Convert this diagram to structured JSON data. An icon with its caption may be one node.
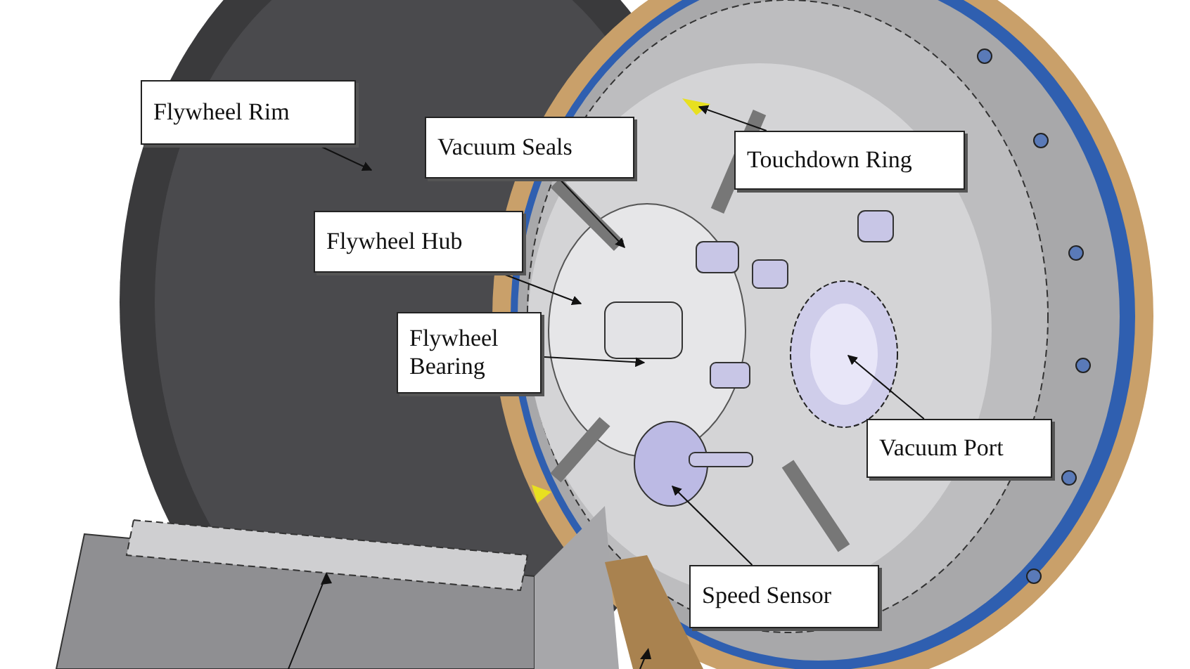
{
  "diagram": {
    "nodes": [
      {
        "text": [
          "Flywheel Rim"
        ]
      },
      {
        "text": [
          "Vacuum Seals"
        ]
      },
      {
        "text": [
          "Touchdown Ring"
        ]
      },
      {
        "text": [
          "Flywheel Hub"
        ]
      },
      {
        "text": [
          "Flywheel Bearing"
        ]
      },
      {
        "text": [
          "Vacuum Port"
        ]
      },
      {
        "text": [
          "Speed Sensor"
        ]
      }
    ],
    "edges": [
      {
        "from": 0,
        "to": null,
        "arrow": "to"
      },
      {
        "from": 1,
        "to": null,
        "arrow": "to"
      },
      {
        "from": 2,
        "to": null,
        "arrow": "to"
      },
      {
        "from": 3,
        "to": null,
        "arrow": "to"
      },
      {
        "from": 4,
        "to": null,
        "arrow": "to"
      },
      {
        "from": 5,
        "to": null,
        "arrow": "to"
      },
      {
        "from": 6,
        "to": null,
        "arrow": "to"
      }
    ]
  }
}
